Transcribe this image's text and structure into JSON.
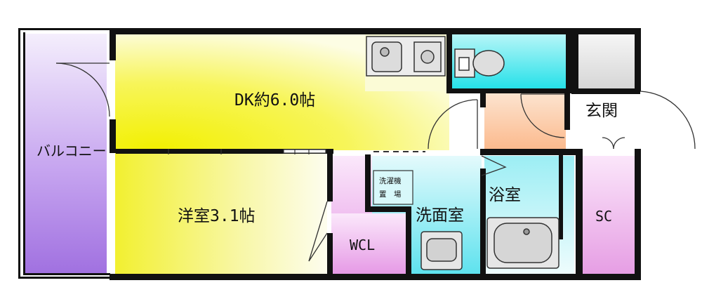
{
  "rooms": {
    "balcony": "バルコニー",
    "dk": "DK約6.0帖",
    "western": "洋室3.1帖",
    "wcl": "WCL",
    "washroom": "洗面室",
    "bath": "浴室",
    "entrance": "玄関",
    "sc": "SC",
    "washer_line1": "洗濯機",
    "washer_line2": "置　場"
  },
  "colors": {
    "balcony": "#a070e0",
    "dk": "#fafa50",
    "western": "#f6f67a",
    "wcl": "#e69ae6",
    "washroom": "#66e6f0",
    "toilet": "#3ce6ec",
    "bath": "#bff4f8",
    "hall": "#fbc7a2",
    "sc": "#eea7e8",
    "closet": "#e3e3e3",
    "wall": "#111111"
  }
}
